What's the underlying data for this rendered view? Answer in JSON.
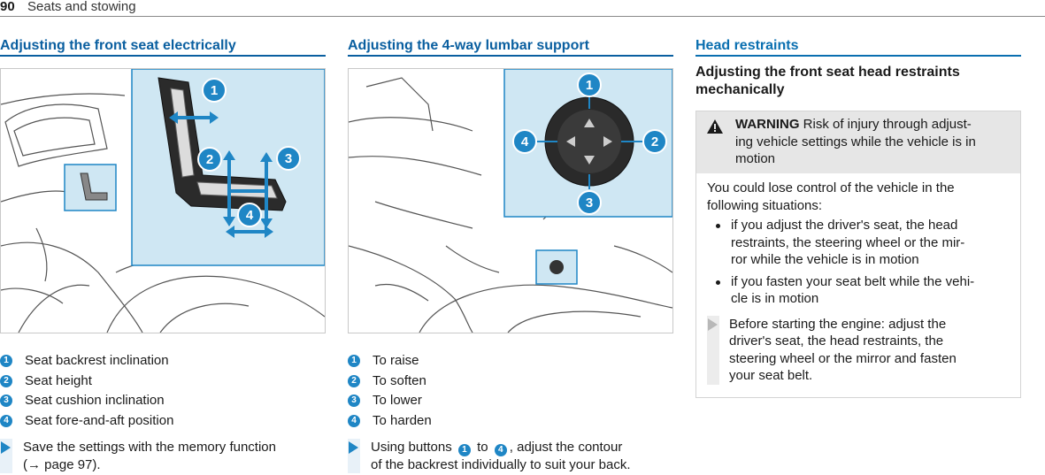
{
  "header": {
    "page_number": "90",
    "title": "Seats and stowing"
  },
  "col1": {
    "section_title": "Adjusting the front seat electrically",
    "legend": [
      {
        "num": "1",
        "label": "Seat backrest inclination"
      },
      {
        "num": "2",
        "label": "Seat height"
      },
      {
        "num": "3",
        "label": "Seat cushion inclination"
      },
      {
        "num": "4",
        "label": "Seat fore-and-aft position"
      }
    ],
    "instruction_line1": "Save the settings with the memory function",
    "instruction_line2": "(→ page 97)."
  },
  "col2": {
    "section_title": "Adjusting the 4-way lumbar support",
    "legend": [
      {
        "num": "1",
        "label": "To raise"
      },
      {
        "num": "2",
        "label": "To soften"
      },
      {
        "num": "3",
        "label": "To lower"
      },
      {
        "num": "4",
        "label": "To harden"
      }
    ],
    "instruction_pre": "Using buttons",
    "instruction_from": "1",
    "instruction_mid": "to",
    "instruction_to": "4",
    "instruction_post": ", adjust the contour",
    "instruction_line2": "of the backrest individually to suit your back."
  },
  "col3": {
    "section_title": "Head restraints",
    "subheading_line1": "Adjusting the front seat head restraints",
    "subheading_line2": "mechanically",
    "warning": {
      "label": "WARNING",
      "line1": "Risk of injury through adjust-",
      "line2": "ing vehicle settings while the vehicle is in",
      "line3": "motion"
    },
    "intro_line1": "You could lose control of the vehicle in the",
    "intro_line2": "following situations:",
    "bullets": [
      {
        "l1": "if you adjust the driver's seat, the head",
        "l2": "restraints, the steering wheel or the mir-",
        "l3": "ror while the vehicle is in motion"
      },
      {
        "l1": "if you fasten your seat belt while the vehi-",
        "l2": "cle is in motion"
      }
    ],
    "instruction": {
      "l1": "Before starting the engine: adjust the",
      "l2": "driver's seat, the head restraints, the",
      "l3": "steering wheel or the mirror and fasten",
      "l4": "your seat belt."
    }
  },
  "figure1_callouts": [
    "1",
    "2",
    "3",
    "4"
  ],
  "figure2_callouts": [
    "1",
    "2",
    "3",
    "4"
  ],
  "colors": {
    "accent": "#1f86c5",
    "heading_blue": "#0a5fa0",
    "inset_bg": "#cfe7f3",
    "warning_bg": "#e6e6e6"
  }
}
